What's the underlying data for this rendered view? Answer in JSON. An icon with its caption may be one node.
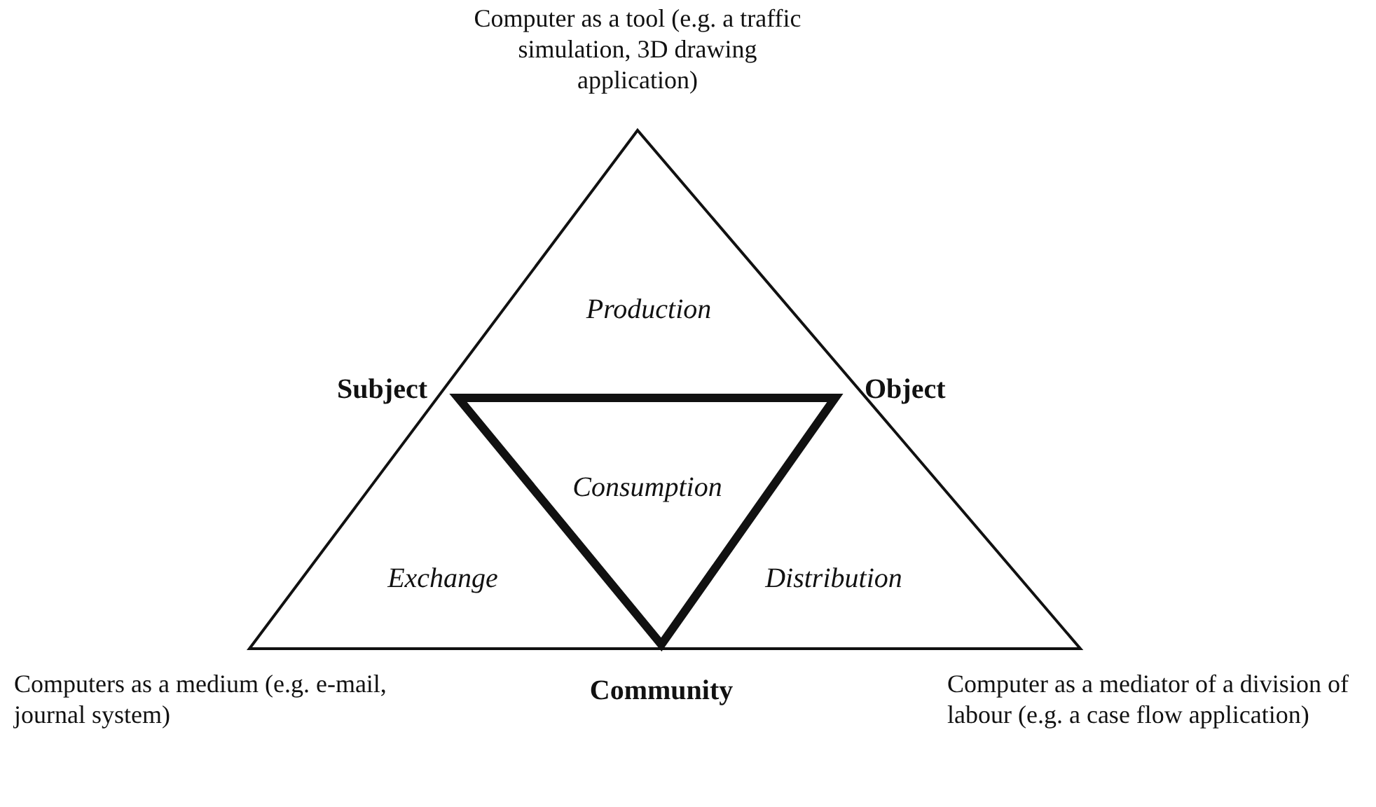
{
  "diagram": {
    "labels": [
      "Computer as a tool (e.g. a traffic simulation, 3D drawing application)",
      "Production",
      "Subject",
      "Object",
      "Consumption",
      "Exchange",
      "Distribution",
      "Computers as a medium (e.g. e-mail, journal system)",
      "Community",
      "Computer as a mediator of a division of labour (e.g. a case flow application)"
    ]
  }
}
